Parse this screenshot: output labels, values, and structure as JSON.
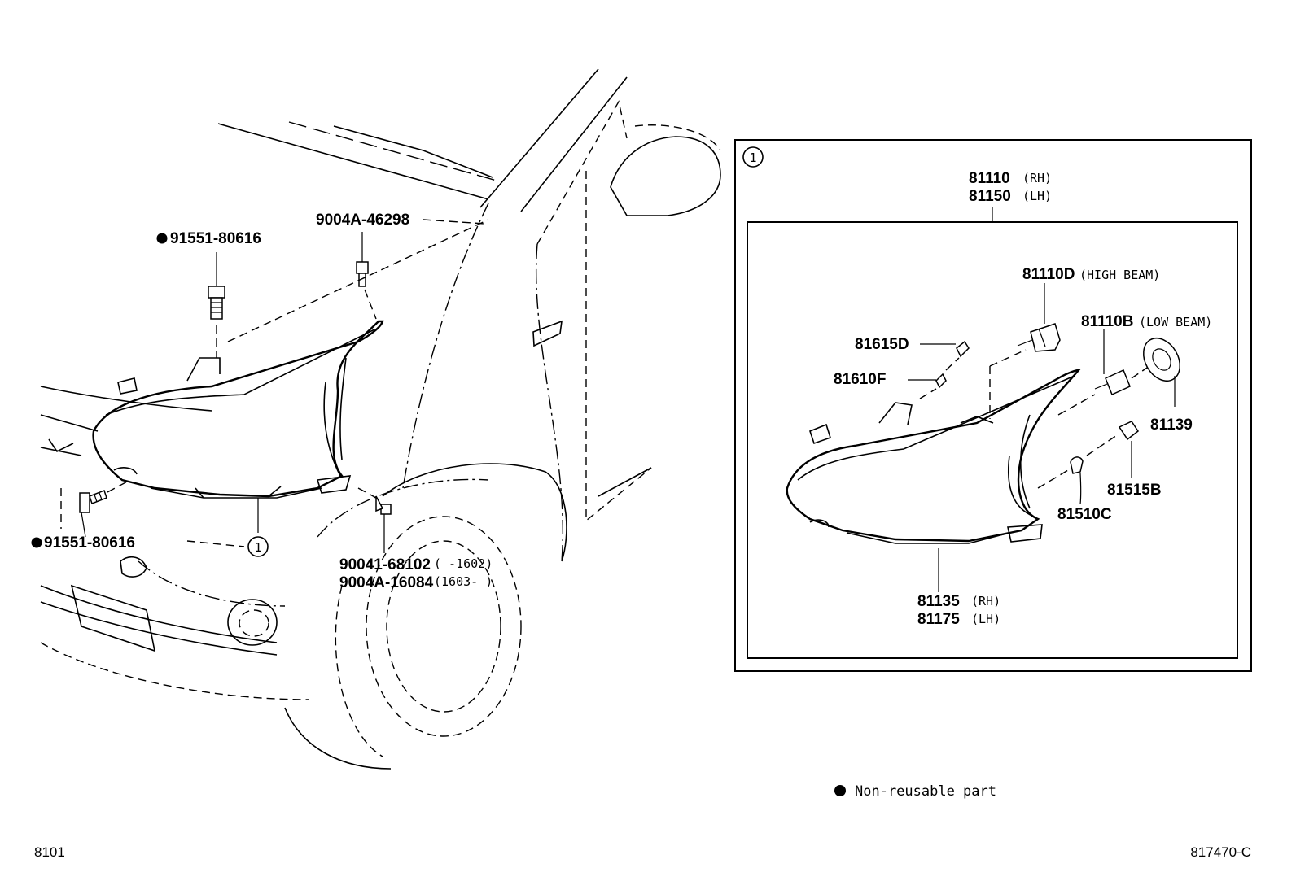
{
  "left_diagram": {
    "labels": {
      "bolt_upper": "91551-80616",
      "clip_upper": "9004A-46298",
      "bolt_lower": "91551-80616",
      "screw_a": "90041-68102",
      "screw_a_range": "(      -1602)",
      "screw_b": "9004A-16084",
      "screw_b_range": "(1603-      )",
      "callout": "1"
    }
  },
  "right_box": {
    "callout": "1",
    "assembly_rh": "81110",
    "assembly_rh_side": "(RH)",
    "assembly_lh": "81150",
    "assembly_lh_side": "(LH)",
    "high_beam_part": "81110D",
    "high_beam_label": "(HIGH BEAM)",
    "low_beam_part": "81110B",
    "low_beam_label": "(LOW BEAM)",
    "socket_d": "81615D",
    "bulb_f": "81610F",
    "cover": "81139",
    "socket_b": "81515B",
    "bulb_c": "81510C",
    "housing_rh": "81135",
    "housing_rh_side": "(RH)",
    "housing_lh": "81175",
    "housing_lh_side": "(LH)"
  },
  "legend": {
    "non_reusable": "Non-reusable part"
  },
  "footer": {
    "left_code": "8101",
    "right_code": "817470-C"
  }
}
